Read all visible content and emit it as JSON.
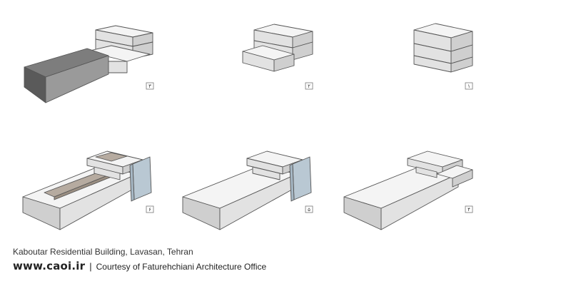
{
  "steps": [
    {
      "label": "۱"
    },
    {
      "label": "۲"
    },
    {
      "label": "۳"
    },
    {
      "label": "۴"
    },
    {
      "label": "۵"
    },
    {
      "label": "۶"
    }
  ],
  "caption": "Kaboutar Residential Building, Lavasan, Tehran",
  "website": "www.caoi.ir",
  "separator": "|",
  "courtesy": "Courtesy of Faturehchiani Architecture Office",
  "colors": {
    "dark_volume": "#6e6e6e",
    "glass_panel": "#b9c8d3",
    "wood_panel": "#9b8f82"
  }
}
